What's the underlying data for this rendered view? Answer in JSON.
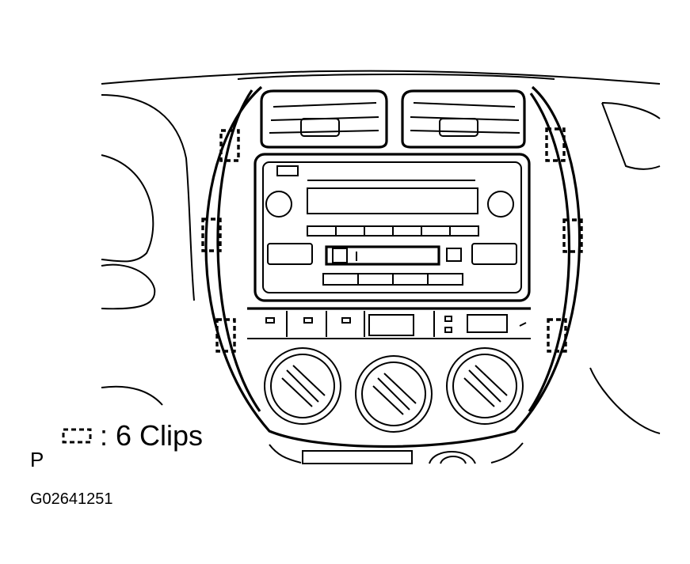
{
  "legend": {
    "icon": "dashed-clip-icon",
    "text": ": 6 Clips"
  },
  "reference_letter": "P",
  "figure_code": "G02641251"
}
